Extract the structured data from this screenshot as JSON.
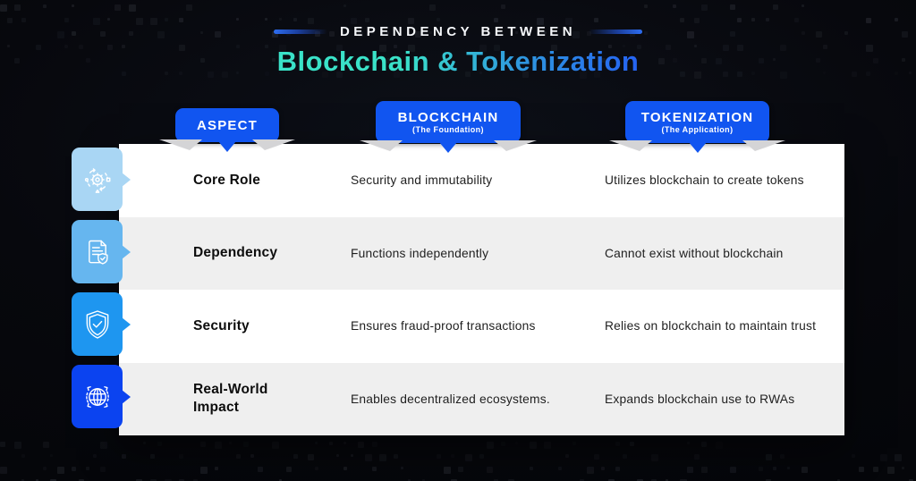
{
  "title": {
    "eyebrow": "DEPENDENCY BETWEEN",
    "main": "Blockchain & Tokenization"
  },
  "columns": [
    {
      "label": "ASPECT",
      "sublabel": ""
    },
    {
      "label": "BLOCKCHAIN",
      "sublabel": "(The Foundation)"
    },
    {
      "label": "TOKENIZATION",
      "sublabel": "(The Application)"
    }
  ],
  "rows": [
    {
      "icon": "gear-process-icon",
      "aspect": "Core Role",
      "blockchain": "Security and immutability",
      "tokenization": "Utilizes blockchain to create tokens"
    },
    {
      "icon": "document-check-icon",
      "aspect": "Dependency",
      "blockchain": "Functions independently",
      "tokenization": "Cannot exist without blockchain"
    },
    {
      "icon": "shield-check-icon",
      "aspect": "Security",
      "blockchain": "Ensures fraud-proof transactions",
      "tokenization": "Relies on blockchain to maintain trust"
    },
    {
      "icon": "globe-network-icon",
      "aspect": "Real-World Impact",
      "blockchain": "Enables decentralized ecosystems.",
      "tokenization": "Expands blockchain use to RWAs"
    }
  ],
  "colors": {
    "badge_blue": "#1155f0",
    "title_gradient_start": "#3ae2c8",
    "title_gradient_end": "#2563f2",
    "row_alt": "#efefef",
    "tile_colors": [
      "#a9d6f4",
      "#66b6ef",
      "#1e96f0",
      "#0b43f0"
    ]
  }
}
